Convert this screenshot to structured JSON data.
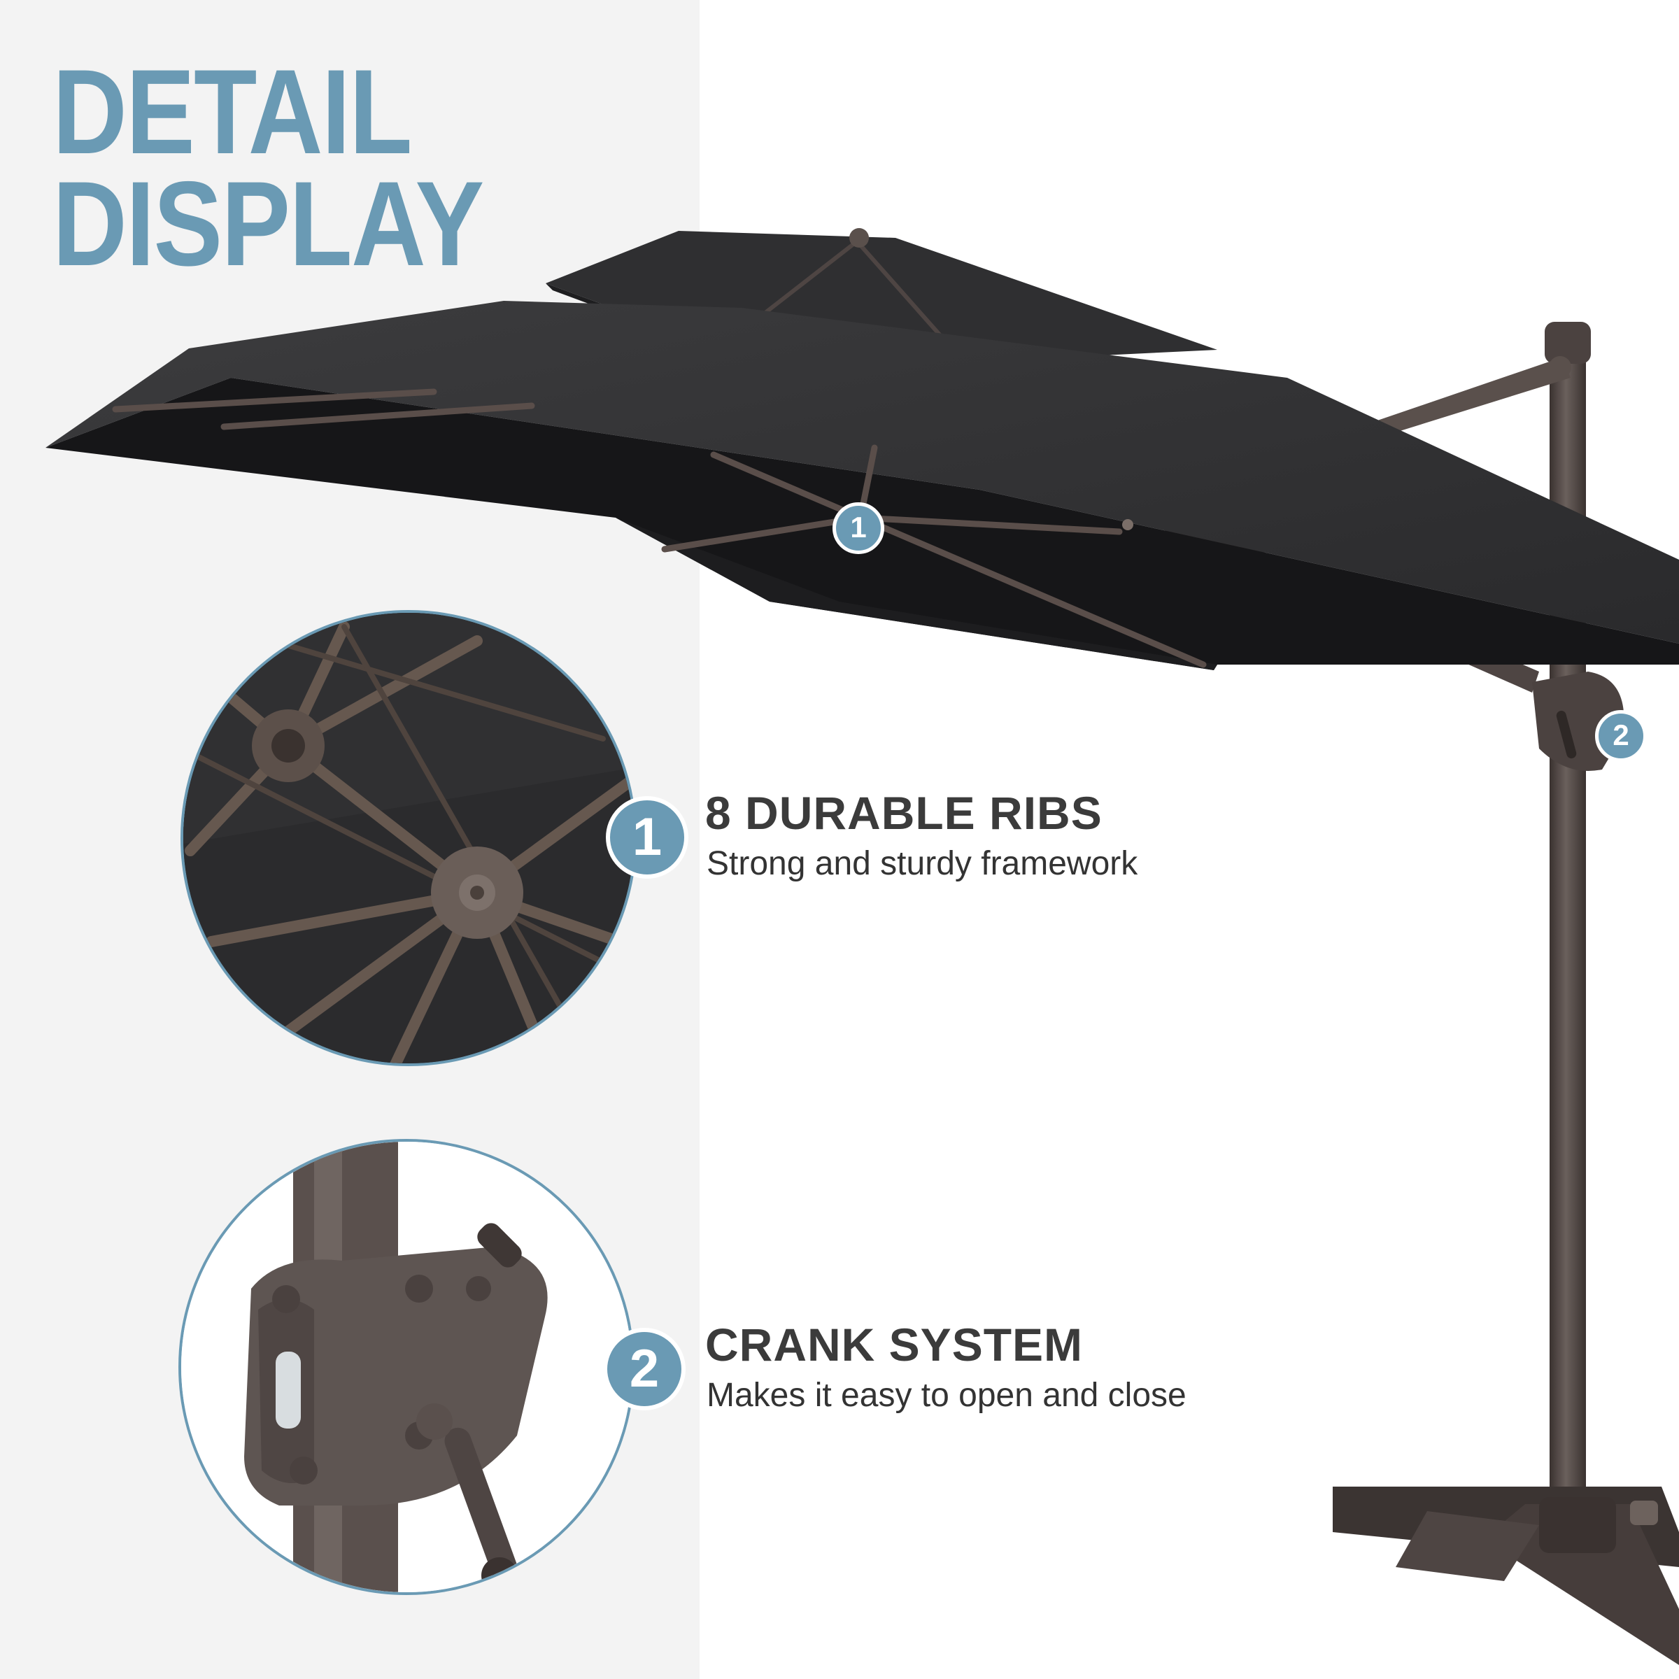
{
  "heading": {
    "line1": "DETAIL",
    "line2": "DISPLAY"
  },
  "features": [
    {
      "number": "1",
      "title": "8 DURABLE RIBS",
      "description": "Strong and sturdy framework"
    },
    {
      "number": "2",
      "title": "CRANK SYSTEM",
      "description": "Makes it easy to open and close"
    }
  ],
  "callouts": {
    "canopy": "1",
    "crank": "2"
  },
  "colors": {
    "accent": "#6a9ab4",
    "left_panel": "#f3f3f3",
    "canopy": "#2b2b2d",
    "frame": "#4e4543",
    "title_text": "#3b3b3b"
  }
}
